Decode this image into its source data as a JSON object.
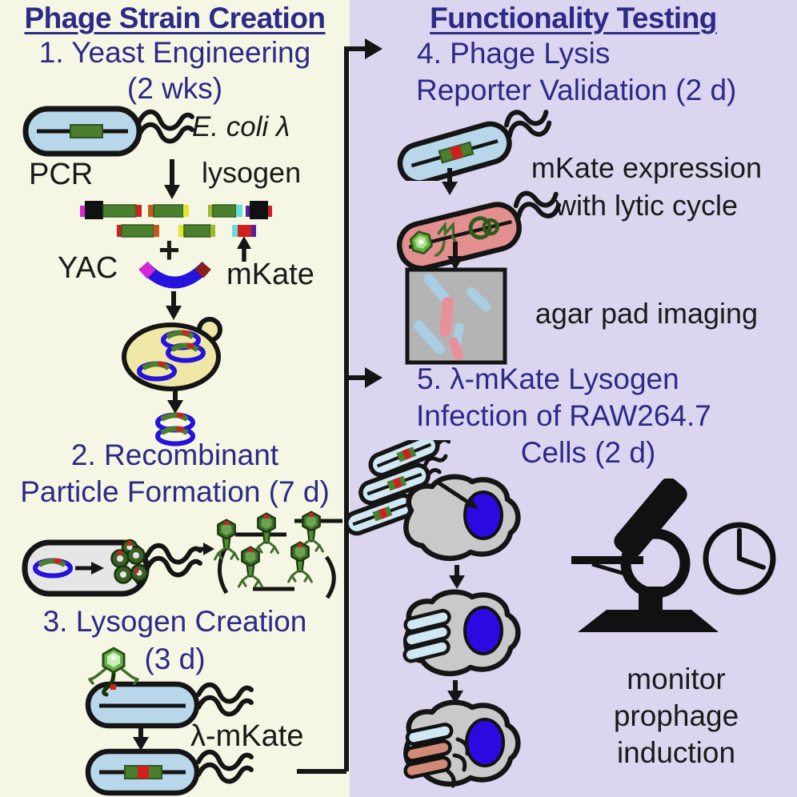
{
  "colors": {
    "navy_heading": "#2b2a86",
    "text_black": "#1a1a1a",
    "left_panel_bg": "#f6f6e4",
    "right_panel_bg": "#dcd5f0",
    "bacterium_blue": "#b9d7ea",
    "bacterium_gray": "#e6e6e6",
    "bacterium_pink": "#e38f90",
    "insert_green": "#4a7f2e",
    "insert_red": "#cf2020",
    "plasmid_blue": "#2513dd",
    "yeast_yellow": "#efe7a6",
    "phage_green": "#4f8f35",
    "phage_dark_green": "#3c6128",
    "macrophage_gray": "#c9c9c9",
    "nucleus_blue": "#2a0ae0",
    "agar_gray": "#b4b4b4",
    "agar_rod_blue": "#a9cde2",
    "agar_rod_pink": "#e8909a"
  },
  "left_panel": {
    "title": "Phage Strain Creation",
    "step1": {
      "heading_line1": "1. Yeast Engineering",
      "heading_line2": "(2 wks)",
      "strain_label_line1": "E. coli λ",
      "strain_label_line2": "lysogen",
      "pcr_label": "PCR",
      "plus_sign": "+",
      "yac_label": "YAC",
      "mkate_label": "mKate"
    },
    "step2": {
      "heading_line1": "2. Recombinant",
      "heading_line2": "Particle Formation (7 d)"
    },
    "step3": {
      "heading_line1": "3. Lysogen Creation",
      "heading_line2": "(3 d)",
      "product_label": "λ-mKate"
    }
  },
  "right_panel": {
    "title": "Functionality Testing",
    "step4": {
      "heading_line1": "4. Phage Lysis",
      "heading_line2": "Reporter Validation (2 d)",
      "note_line1": "mKate expression",
      "note_line2": "with lytic cycle",
      "imaging_label": "agar pad imaging"
    },
    "step5": {
      "heading_line1": "5. λ-mKate Lysogen",
      "heading_line2": "Infection of RAW264.7",
      "heading_line3": "Cells (2 d)",
      "note_line1": "monitor",
      "note_line2": "prophage",
      "note_line3": "induction"
    }
  }
}
